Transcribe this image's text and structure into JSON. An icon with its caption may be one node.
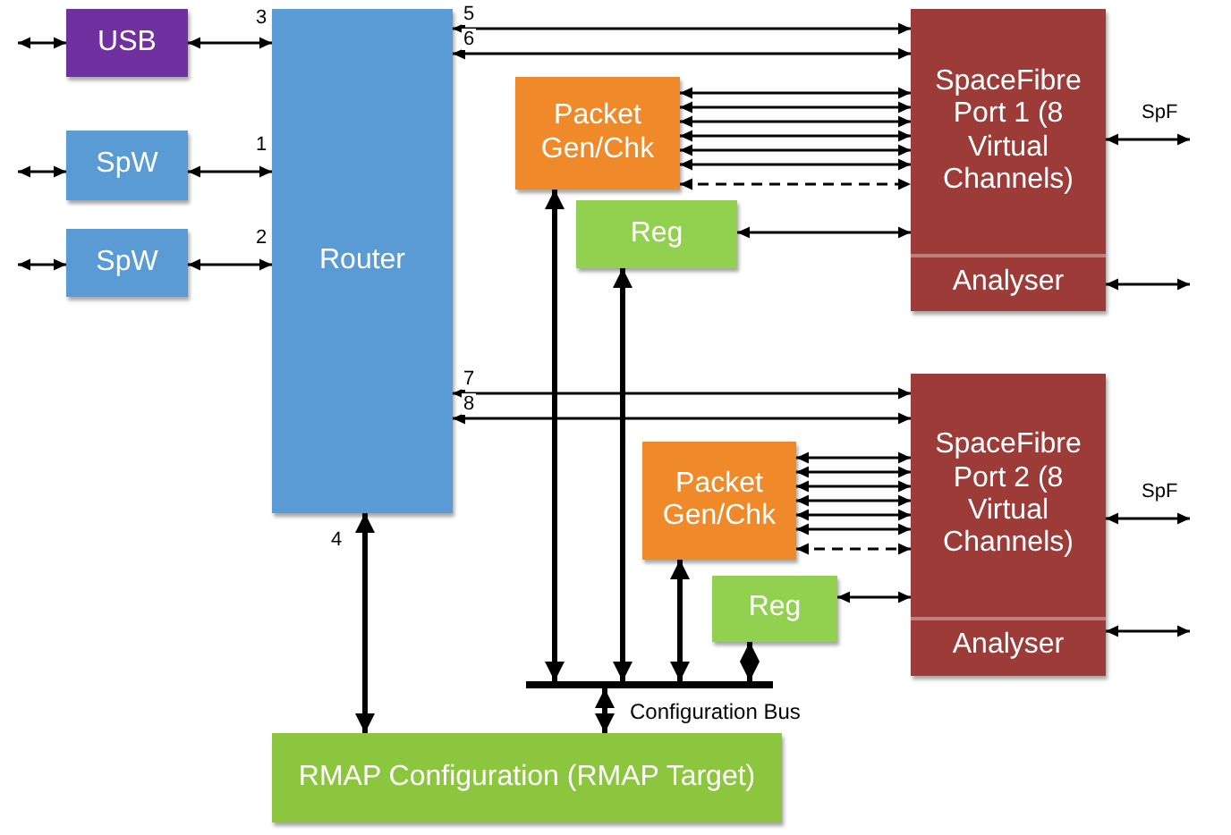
{
  "diagram": {
    "nodes": [
      {
        "text": [
          "USB"
        ]
      },
      {
        "text": [
          "SpW"
        ]
      },
      {
        "text": [
          "SpW"
        ]
      },
      {
        "text": [
          "Router"
        ]
      },
      {
        "text": [
          "Packet Gen/Chk"
        ]
      },
      {
        "text": [
          "Reg"
        ]
      },
      {
        "text": [
          "SpaceFibre Port 1 (8 Virtual Channels)"
        ]
      },
      {
        "text": [
          "Analyser"
        ],
        "in": 6
      },
      {
        "text": [
          "Packet Gen/Chk"
        ]
      },
      {
        "text": [
          "Reg"
        ]
      },
      {
        "text": [
          "SpaceFibre Port 2 (8 Virtual Channels)"
        ]
      },
      {
        "text": [
          "Analyser"
        ],
        "in": 10
      },
      {
        "text": [],
        "shape": "bar",
        "beside": [
          "Configuration Bus"
        ]
      },
      {
        "text": [
          "RMAP Configuration (RMAP Target)"
        ]
      }
    ],
    "edges": [
      {
        "from": null,
        "to": 0,
        "arrow": "both"
      },
      {
        "from": null,
        "to": 1,
        "arrow": "both"
      },
      {
        "from": null,
        "to": 2,
        "arrow": "both"
      },
      {
        "from": 0,
        "to": 3,
        "arrow": "both",
        "label": "3"
      },
      {
        "from": 1,
        "to": 3,
        "arrow": "both",
        "label": "1"
      },
      {
        "from": 2,
        "to": 3,
        "arrow": "both",
        "label": "2"
      },
      {
        "from": 3,
        "to": 6,
        "arrow": "both",
        "label": "5"
      },
      {
        "from": 3,
        "to": 6,
        "arrow": "both",
        "label": "6"
      },
      {
        "from": 4,
        "to": 6,
        "arrow": "both"
      },
      {
        "from": 4,
        "to": 6,
        "arrow": "both"
      },
      {
        "from": 4,
        "to": 6,
        "arrow": "both"
      },
      {
        "from": 4,
        "to": 6,
        "arrow": "both"
      },
      {
        "from": 4,
        "to": 6,
        "arrow": "both"
      },
      {
        "from": 4,
        "to": 6,
        "arrow": "both"
      },
      {
        "from": 4,
        "to": 6,
        "arrow": "both",
        "style": "dashed"
      },
      {
        "from": 5,
        "to": 6,
        "arrow": "both"
      },
      {
        "from": 6,
        "to": null,
        "arrow": "both",
        "label": "SpF"
      },
      {
        "from": 7,
        "to": null,
        "arrow": "both"
      },
      {
        "from": 3,
        "to": 10,
        "arrow": "both",
        "label": "7"
      },
      {
        "from": 3,
        "to": 10,
        "arrow": "both",
        "label": "8"
      },
      {
        "from": 8,
        "to": 10,
        "arrow": "both"
      },
      {
        "from": 8,
        "to": 10,
        "arrow": "both"
      },
      {
        "from": 8,
        "to": 10,
        "arrow": "both"
      },
      {
        "from": 8,
        "to": 10,
        "arrow": "both"
      },
      {
        "from": 8,
        "to": 10,
        "arrow": "both"
      },
      {
        "from": 8,
        "to": 10,
        "arrow": "both"
      },
      {
        "from": 8,
        "to": 10,
        "arrow": "both",
        "style": "dashed"
      },
      {
        "from": 9,
        "to": 10,
        "arrow": "both"
      },
      {
        "from": 10,
        "to": null,
        "arrow": "both",
        "label": "SpF"
      },
      {
        "from": 11,
        "to": null,
        "arrow": "both"
      },
      {
        "from": 3,
        "to": 13,
        "arrow": "both",
        "label": "4",
        "style": "thick"
      },
      {
        "from": 4,
        "to": 12,
        "arrow": "both",
        "style": "thick"
      },
      {
        "from": 5,
        "to": 12,
        "arrow": "both",
        "style": "thick"
      },
      {
        "from": 8,
        "to": 12,
        "arrow": "both",
        "style": "thick"
      },
      {
        "from": 9,
        "to": 12,
        "arrow": "both",
        "style": "thick"
      },
      {
        "from": 12,
        "to": 13,
        "arrow": "both",
        "style": "thick"
      }
    ]
  }
}
